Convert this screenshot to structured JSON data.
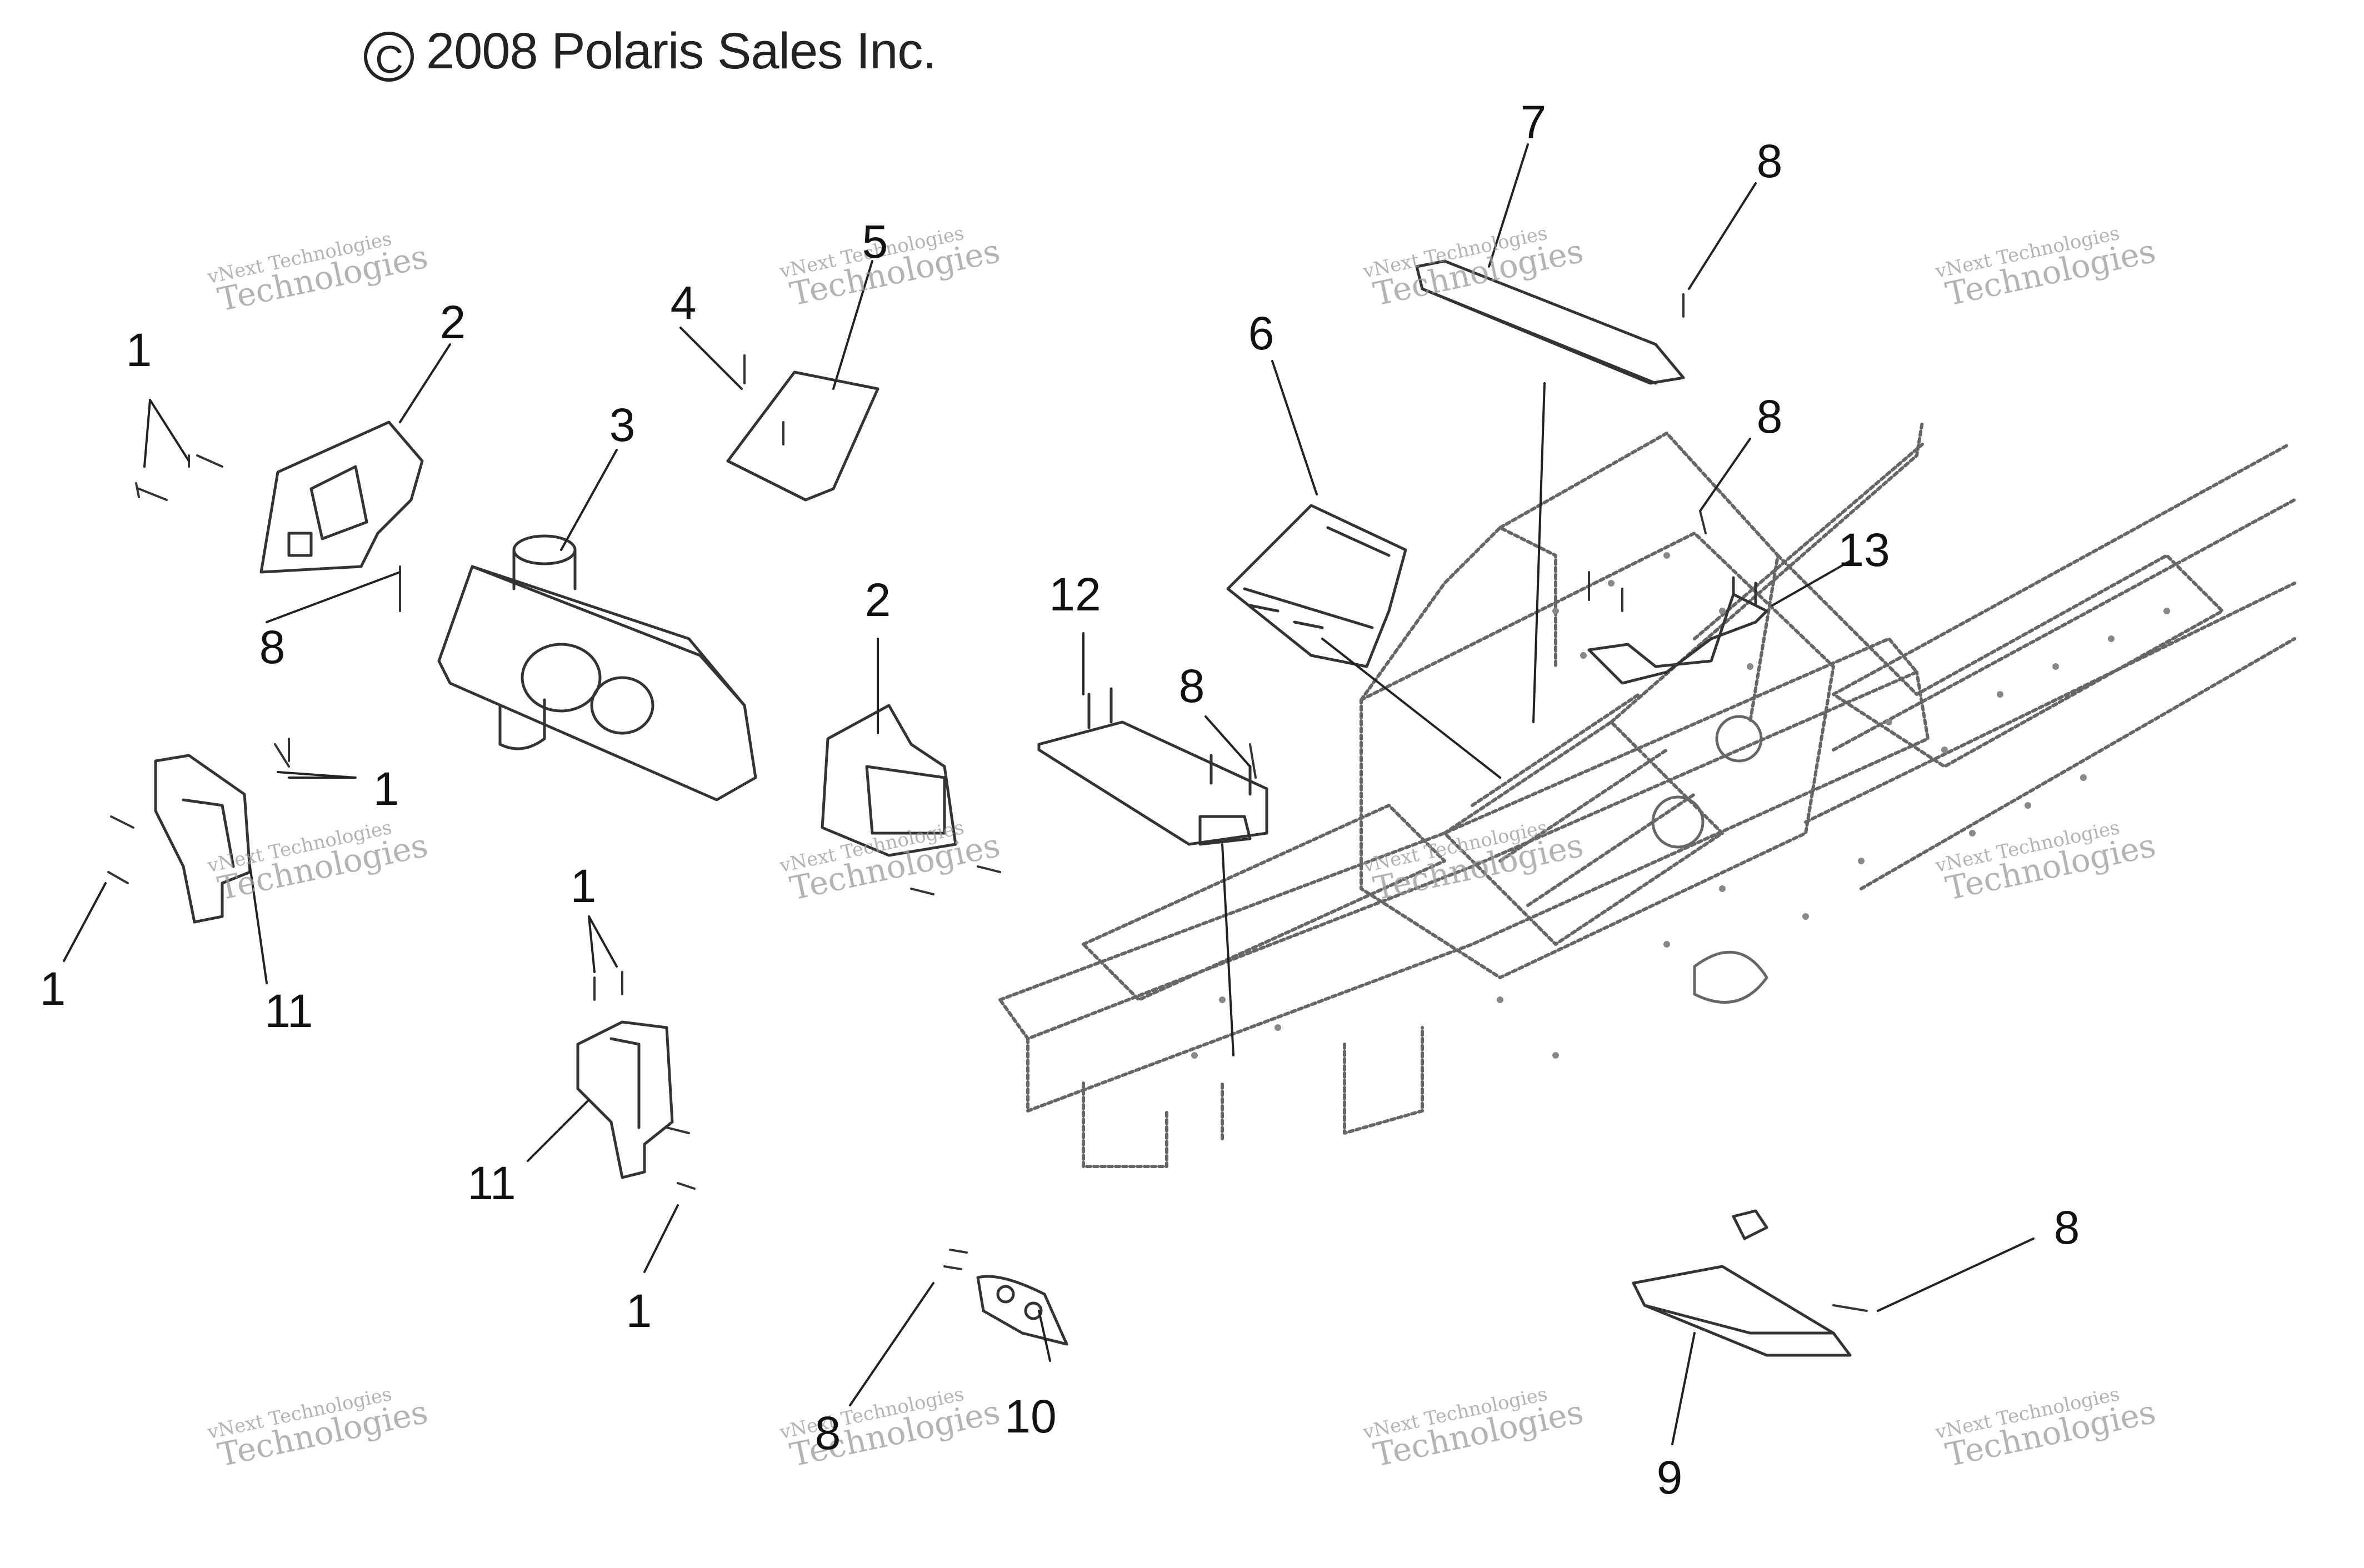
{
  "copyright": {
    "symbol": "C",
    "text": "2008 Polaris Sales Inc."
  },
  "watermark": {
    "line1": "vNext Technologies",
    "line2": "Technologies",
    "overlay": "vNext"
  },
  "callouts": {
    "c1a": "1",
    "c1b": "1",
    "c1c": "1",
    "c1d": "1",
    "c1e": "1",
    "c2a": "2",
    "c2b": "2",
    "c3": "3",
    "c4": "4",
    "c5": "5",
    "c6": "6",
    "c7": "7",
    "c8a": "8",
    "c8b": "8",
    "c8c": "8",
    "c8d": "8",
    "c8e": "8",
    "c8f": "8",
    "c9": "9",
    "c10": "10",
    "c11a": "11",
    "c11b": "11",
    "c12": "12",
    "c13": "13"
  }
}
